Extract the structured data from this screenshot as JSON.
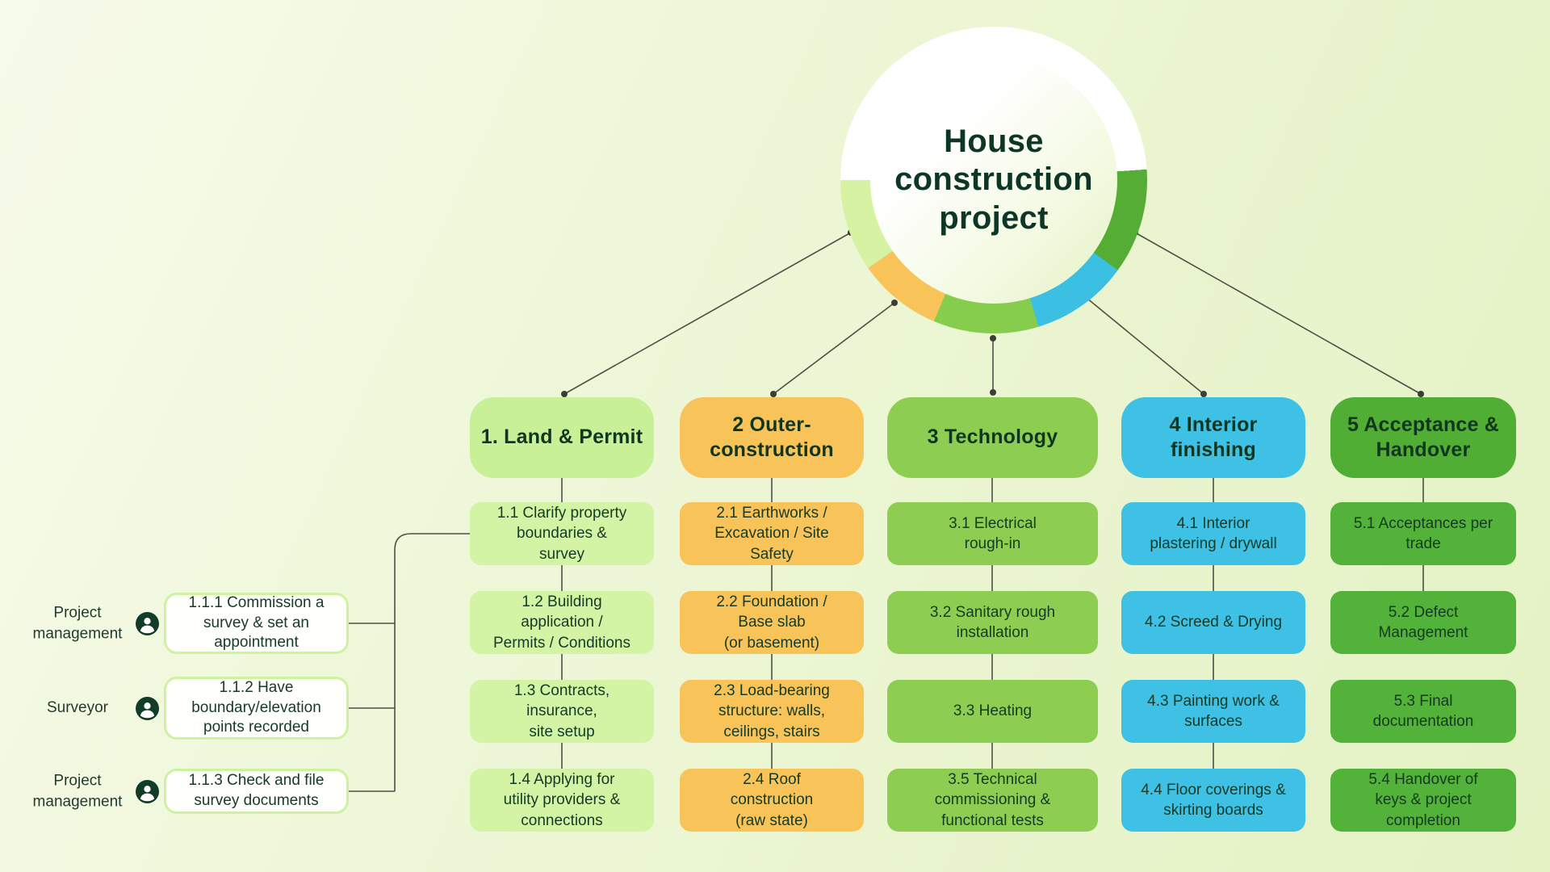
{
  "root": {
    "title": "House\nconstruction\nproject"
  },
  "ring": {
    "base_color": "#ffffff",
    "segments": [
      {
        "name": "acceptance-handover",
        "color": "#55ad35",
        "from": 86,
        "to": 126
      },
      {
        "name": "interior-finishing",
        "color": "#3bbfe3",
        "from": 126,
        "to": 163
      },
      {
        "name": "technology",
        "color": "#86cd4d",
        "from": 163,
        "to": 203
      },
      {
        "name": "outer-construction",
        "color": "#f8c45a",
        "from": 203,
        "to": 235
      },
      {
        "name": "land-permit",
        "color": "#d6f2a2",
        "from": 235,
        "to": 270
      }
    ]
  },
  "branches": [
    {
      "label": "1. Land & Permit",
      "header_color": "#c8f096",
      "item_color": "#d2f4a4",
      "items": [
        "1.1 Clarify property\nboundaries &\nsurvey",
        "1.2 Building\napplication /\nPermits / Conditions",
        "1.3 Contracts,\ninsurance,\nsite setup",
        "1.4 Applying for\nutility providers &\nconnections"
      ]
    },
    {
      "label": "2 Outer-\nconstruction",
      "header_color": "#f8c45a",
      "item_color": "#f8c45a",
      "items": [
        "2.1 Earthworks /\nExcavation / Site\nSafety",
        "2.2 Foundation /\nBase slab\n(or basement)",
        "2.3 Load-bearing\nstructure: walls,\nceilings, stairs",
        "2.4 Roof\nconstruction\n(raw state)"
      ]
    },
    {
      "label": "3 Technology",
      "header_color": "#8dce52",
      "item_color": "#8dce52",
      "items": [
        "3.1 Electrical\nrough-in",
        "3.2 Sanitary rough\ninstallation",
        "3.3 Heating",
        "3.5 Technical\ncommissioning &\nfunctional tests"
      ]
    },
    {
      "label": "4 Interior\nfinishing",
      "header_color": "#3ec1e4",
      "item_color": "#3ec1e4",
      "items": [
        "4.1 Interior\nplastering / drywall",
        "4.2 Screed & Drying",
        "4.3 Painting work &\nsurfaces",
        "4.4 Floor coverings &\nskirting boards"
      ]
    },
    {
      "label": "5 Acceptance &\nHandover",
      "header_color": "#4fae33",
      "item_color": "#52b239",
      "items": [
        "5.1 Acceptances per\ntrade",
        "5.2 Defect\nManagement",
        "5.3 Final\ndocumentation",
        "5.4 Handover of\nkeys & project\ncompletion"
      ]
    }
  ],
  "subtasks": [
    {
      "role": "Project\nmanagement",
      "label": "1.1.1 Commission a\nsurvey & set an\nappointment"
    },
    {
      "role": "Surveyor",
      "label": "1.1.2 Have\nboundary/elevation\npoints recorded"
    },
    {
      "role": "Project\nmanagement",
      "label": "1.1.3 Check and file\nsurvey documents"
    }
  ],
  "icon_colors": {
    "person_bg": "#123b28",
    "person_fg": "#ffffff"
  },
  "line_color": "#4f4f47"
}
